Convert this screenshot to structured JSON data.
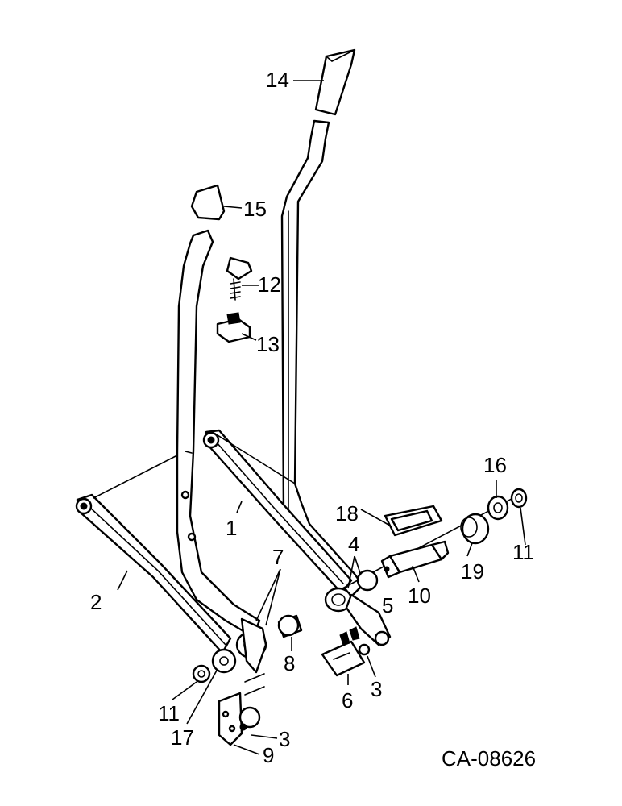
{
  "callouts": {
    "c1": "1",
    "c2": "2",
    "c3a": "3",
    "c3b": "3",
    "c4": "4",
    "c5": "5",
    "c6": "6",
    "c7": "7",
    "c8": "8",
    "c9": "9",
    "c10": "10",
    "c11a": "11",
    "c11b": "11",
    "c12": "12",
    "c13": "13",
    "c14": "14",
    "c15": "15",
    "c16": "16",
    "c17": "17",
    "c18": "18",
    "c19": "19"
  },
  "reference_code": "CA-08626"
}
